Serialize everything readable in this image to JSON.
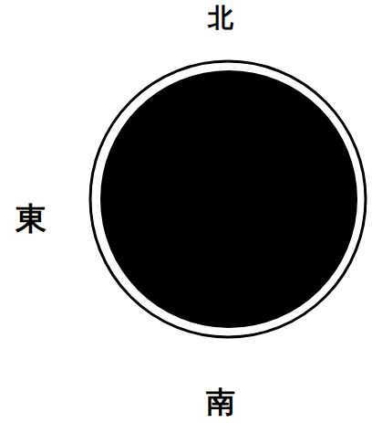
{
  "diagram": {
    "labels": [
      "北",
      "東",
      "南"
    ]
  }
}
